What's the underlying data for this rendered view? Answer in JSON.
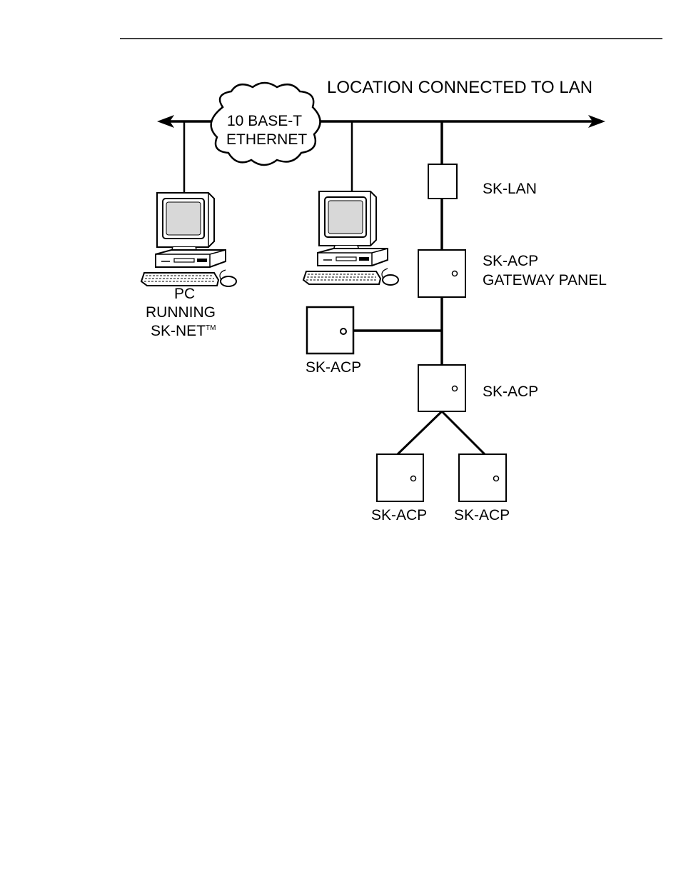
{
  "diagram": {
    "title": "LOCATION CONNECTED TO LAN",
    "cloud_line1": "10 BASE-T",
    "cloud_line2": "ETHERNET",
    "pc": {
      "line1": "PC",
      "line2": "RUNNING",
      "line3": "SK-NET",
      "trademark": "TM"
    },
    "sk_lan": "SK-LAN",
    "gateway_line1": "SK-ACP",
    "gateway_line2": "GATEWAY PANEL",
    "left_acp": "SK-ACP",
    "mid_acp": "SK-ACP",
    "bottom_left_acp": "SK-ACP",
    "bottom_right_acp": "SK-ACP"
  },
  "colors": {
    "ink": "#000000",
    "background": "#ffffff",
    "screen": "#d8d8d8"
  }
}
